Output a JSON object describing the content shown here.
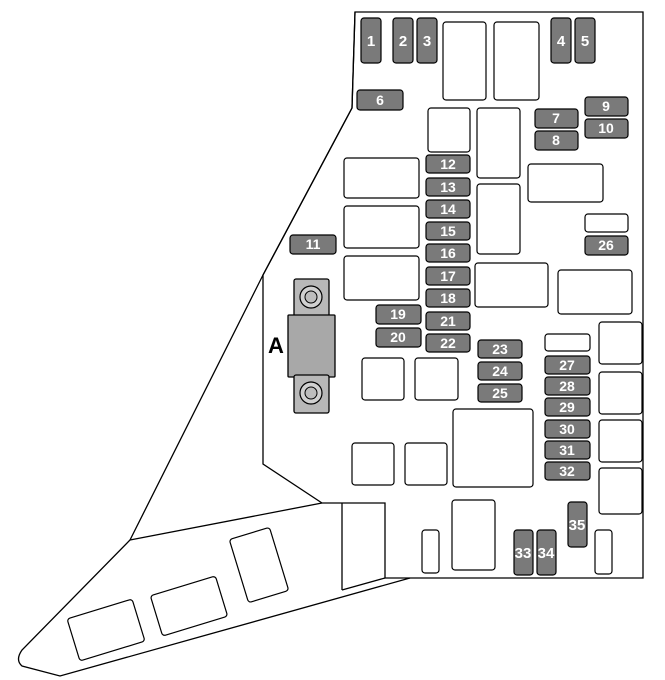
{
  "colors": {
    "fuse_fill": "#7a7a7a",
    "fuse_text": "#ffffff",
    "outline": "#000000",
    "body_fill": "#ffffff",
    "main_fuse_fill": "#a8a8a8"
  },
  "callout": {
    "label": "A"
  },
  "fuses": [
    {
      "id": "1",
      "label": "1"
    },
    {
      "id": "2",
      "label": "2"
    },
    {
      "id": "3",
      "label": "3"
    },
    {
      "id": "4",
      "label": "4"
    },
    {
      "id": "5",
      "label": "5"
    },
    {
      "id": "6",
      "label": "6"
    },
    {
      "id": "7",
      "label": "7"
    },
    {
      "id": "8",
      "label": "8"
    },
    {
      "id": "9",
      "label": "9"
    },
    {
      "id": "10",
      "label": "10"
    },
    {
      "id": "11",
      "label": "11"
    },
    {
      "id": "12",
      "label": "12"
    },
    {
      "id": "13",
      "label": "13"
    },
    {
      "id": "14",
      "label": "14"
    },
    {
      "id": "15",
      "label": "15"
    },
    {
      "id": "16",
      "label": "16"
    },
    {
      "id": "17",
      "label": "17"
    },
    {
      "id": "18",
      "label": "18"
    },
    {
      "id": "19",
      "label": "19"
    },
    {
      "id": "20",
      "label": "20"
    },
    {
      "id": "21",
      "label": "21"
    },
    {
      "id": "22",
      "label": "22"
    },
    {
      "id": "23",
      "label": "23"
    },
    {
      "id": "24",
      "label": "24"
    },
    {
      "id": "25",
      "label": "25"
    },
    {
      "id": "26",
      "label": "26"
    },
    {
      "id": "27",
      "label": "27"
    },
    {
      "id": "28",
      "label": "28"
    },
    {
      "id": "29",
      "label": "29"
    },
    {
      "id": "30",
      "label": "30"
    },
    {
      "id": "31",
      "label": "31"
    },
    {
      "id": "32",
      "label": "32"
    },
    {
      "id": "33",
      "label": "33"
    },
    {
      "id": "34",
      "label": "34"
    },
    {
      "id": "35",
      "label": "35"
    }
  ]
}
